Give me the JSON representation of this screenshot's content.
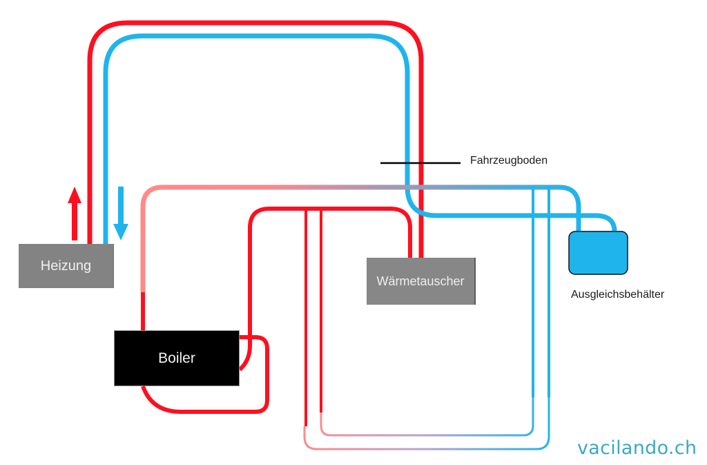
{
  "diagram": {
    "title": "Heating circuit schematic",
    "components": {
      "heizung": {
        "label": "Heizung"
      },
      "boiler": {
        "label": "Boiler"
      },
      "waermetauscher": {
        "label": "Wärmetauscher"
      },
      "ausgleichsbehaelter": {
        "label": "Ausgleichsbehälter"
      }
    },
    "labels": {
      "floor_line": "Fahrzeugboden"
    },
    "flow": {
      "supply": "up",
      "return": "down"
    },
    "colors": {
      "hot": "#ff0f1f",
      "cold": "#20b4ec",
      "hot_light": "#ff8a8a",
      "component_grey": "#838383",
      "boiler_black": "#000000",
      "floor_line": "#000000",
      "watermark": "#3aa9c4"
    }
  },
  "watermark": "vacilando.ch"
}
